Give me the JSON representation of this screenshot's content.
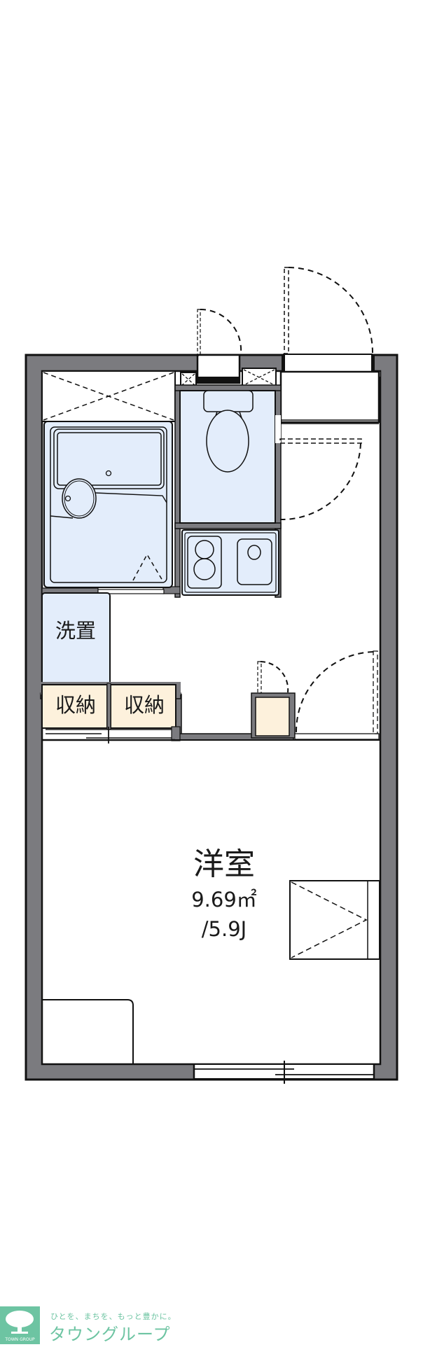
{
  "floorplan": {
    "rooms": {
      "main": {
        "name": "洋室",
        "area": "9.69㎡",
        "jo": "/5.9J"
      },
      "washer": {
        "label": "洗置"
      },
      "storage_1": {
        "label": "収納"
      },
      "storage_2": {
        "label": "収納"
      }
    },
    "colors": {
      "wall": "#7b7b7f",
      "outline": "#111111",
      "wet_area": "#e3edfb",
      "storage": "#fdf1dc",
      "floor": "#ffffff"
    }
  },
  "logo": {
    "tagline": "ひとを、まちを、もっと豊かに。",
    "name": "タウングループ",
    "badge_text": "TOWN GROUP",
    "color": "#6dc4a2"
  }
}
